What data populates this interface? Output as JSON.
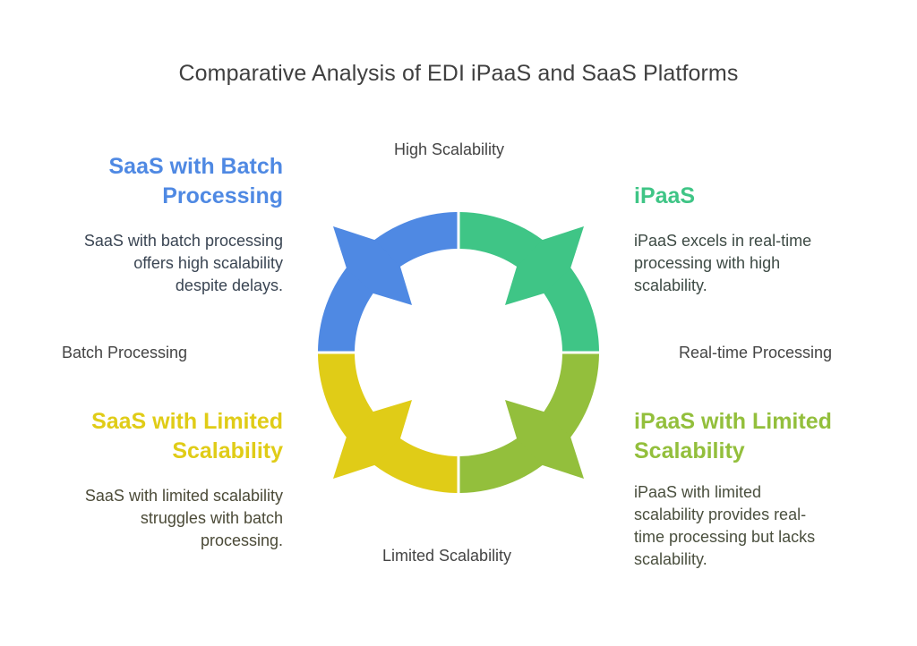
{
  "title": "Comparative Analysis of EDI iPaaS and SaaS Platforms",
  "axes": {
    "top": "High Scalability",
    "bottom": "Limited Scalability",
    "left": "Batch Processing",
    "right": "Real-time Processing"
  },
  "quadrants": [
    {
      "id": "top-left",
      "heading": "SaaS with Batch Processing",
      "heading_lines": [
        "SaaS with Batch",
        "Processing"
      ],
      "description_lines": [
        "SaaS with batch processing",
        "offers high scalability",
        "despite delays."
      ],
      "color": "#4f89e3",
      "text_color": "#3a4553"
    },
    {
      "id": "top-right",
      "heading": "iPaaS",
      "heading_lines": [
        "iPaaS"
      ],
      "description_lines": [
        "iPaaS excels in real-time",
        "processing with high",
        "scalability."
      ],
      "color": "#3fc586",
      "text_color": "#3d4a44"
    },
    {
      "id": "bottom-left",
      "heading": "SaaS with Limited Scalability",
      "heading_lines": [
        "SaaS with Limited",
        "Scalability"
      ],
      "description_lines": [
        "SaaS with limited scalability",
        "struggles with batch",
        "processing."
      ],
      "color": "#e0cc17",
      "text_color": "#4b4a37"
    },
    {
      "id": "bottom-right",
      "heading": "iPaaS with Limited Scalability",
      "heading_lines": [
        "iPaaS with Limited",
        "Scalability"
      ],
      "description_lines": [
        "iPaaS with limited",
        "scalability provides real-",
        "time processing but lacks",
        "scalability."
      ],
      "color": "#93bf3c",
      "text_color": "#4a4f3e"
    }
  ]
}
